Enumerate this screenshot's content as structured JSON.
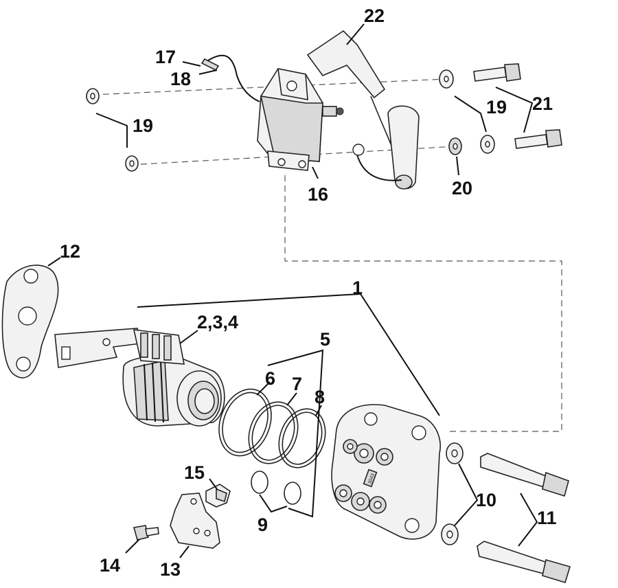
{
  "callouts": [
    {
      "id": "c22",
      "text": "22"
    },
    {
      "id": "c17",
      "text": "17"
    },
    {
      "id": "c18",
      "text": "18"
    },
    {
      "id": "c19a",
      "text": "19"
    },
    {
      "id": "c19b",
      "text": "19"
    },
    {
      "id": "c21",
      "text": "21"
    },
    {
      "id": "c16",
      "text": "16"
    },
    {
      "id": "c20",
      "text": "20"
    },
    {
      "id": "c12",
      "text": "12"
    },
    {
      "id": "c1",
      "text": "1"
    },
    {
      "id": "c234",
      "text": "2,3,4"
    },
    {
      "id": "c5",
      "text": "5"
    },
    {
      "id": "c6",
      "text": "6"
    },
    {
      "id": "c7",
      "text": "7"
    },
    {
      "id": "c8",
      "text": "8"
    },
    {
      "id": "c15",
      "text": "15"
    },
    {
      "id": "c10",
      "text": "10"
    },
    {
      "id": "c11",
      "text": "11"
    },
    {
      "id": "c9",
      "text": "9"
    },
    {
      "id": "c14",
      "text": "14"
    },
    {
      "id": "c13",
      "text": "13"
    }
  ],
  "housing_stamp": "3043"
}
